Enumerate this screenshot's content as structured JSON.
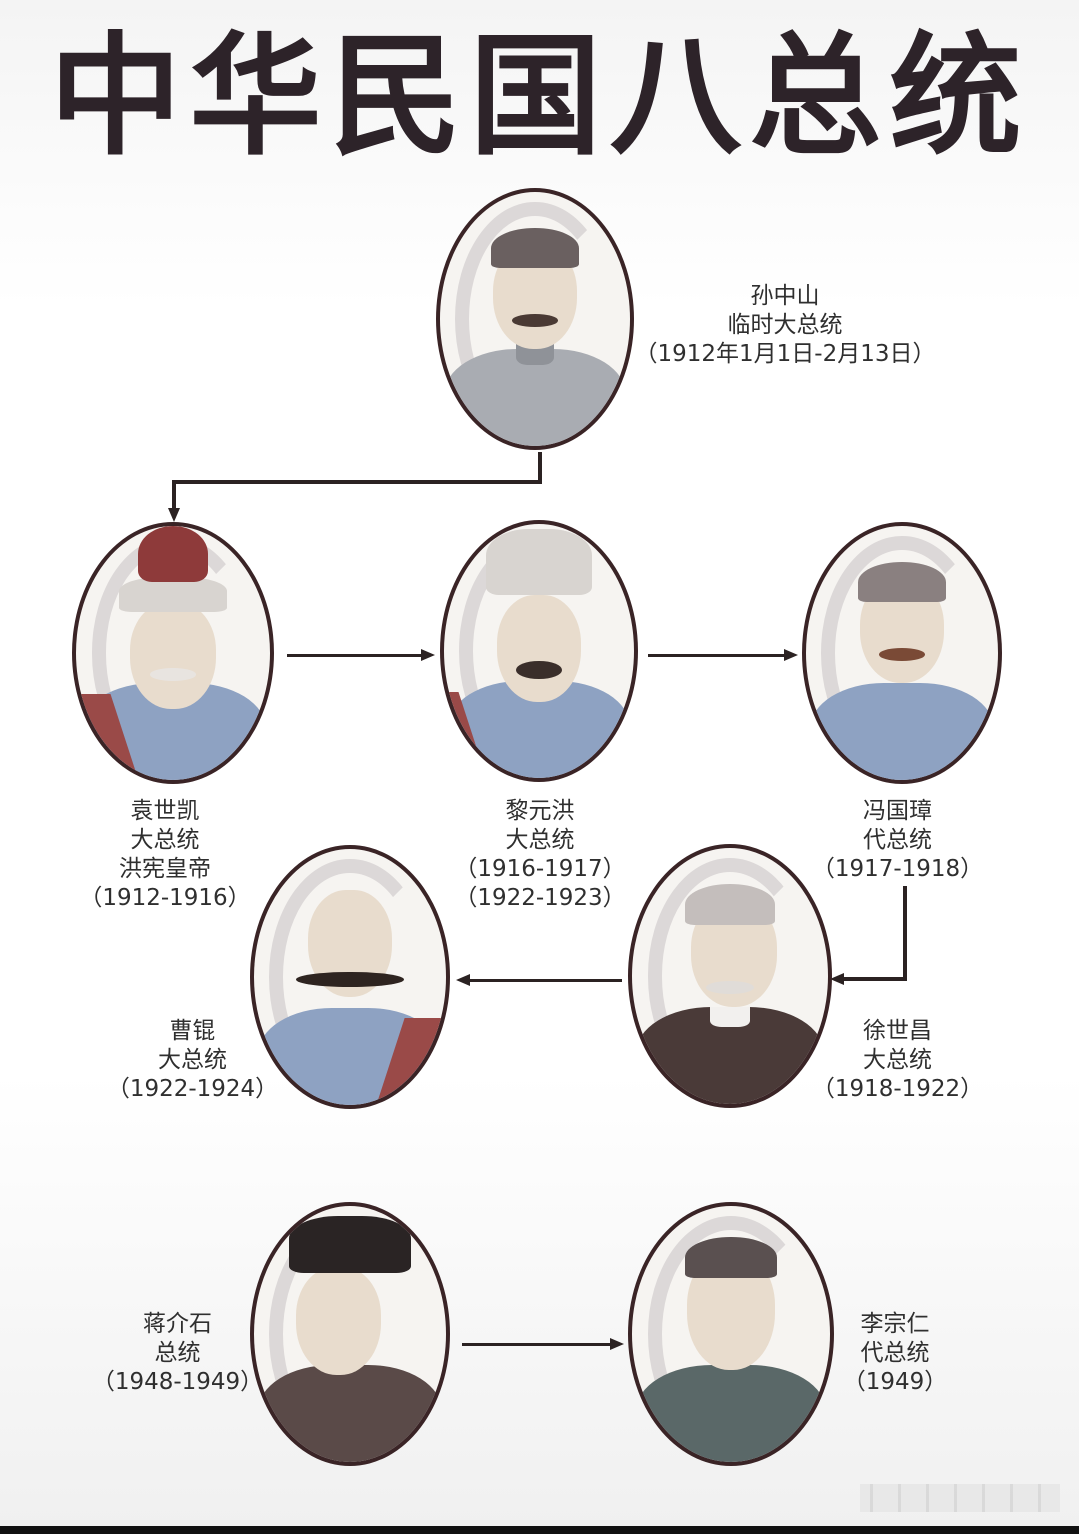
{
  "title": "中华民国八总统",
  "colors": {
    "title": "#2d2329",
    "frame": "#3a2426",
    "arrow": "#2b2222",
    "uniform_blue": "#8ea2c2",
    "uniform_gray": "#a9acb2",
    "accent_red": "#8e3a3a"
  },
  "presidents": [
    {
      "name": "孙中山",
      "title": "临时大总统",
      "extra": "",
      "term": "（1912年1月1日-2月13日）",
      "term2": ""
    },
    {
      "name": "袁世凯",
      "title": "大总统",
      "extra": "洪宪皇帝",
      "term": "（1912-1916）",
      "term2": ""
    },
    {
      "name": "黎元洪",
      "title": "大总统",
      "extra": "",
      "term": "（1916-1917）",
      "term2": "（1922-1923）"
    },
    {
      "name": "冯国璋",
      "title": "代总统",
      "extra": "",
      "term": "（1917-1918）",
      "term2": ""
    },
    {
      "name": "徐世昌",
      "title": "大总统",
      "extra": "",
      "term": "（1918-1922）",
      "term2": ""
    },
    {
      "name": "曹锟",
      "title": "大总统",
      "extra": "",
      "term": "（1922-1924）",
      "term2": ""
    },
    {
      "name": "蒋介石",
      "title": "总统",
      "extra": "",
      "term": "（1948-1949）",
      "term2": ""
    },
    {
      "name": "李宗仁",
      "title": "代总统",
      "extra": "",
      "term": "（1949）",
      "term2": ""
    }
  ],
  "icons": {
    "arrow": "arrow-icon",
    "portrait": "portrait-illustration"
  }
}
